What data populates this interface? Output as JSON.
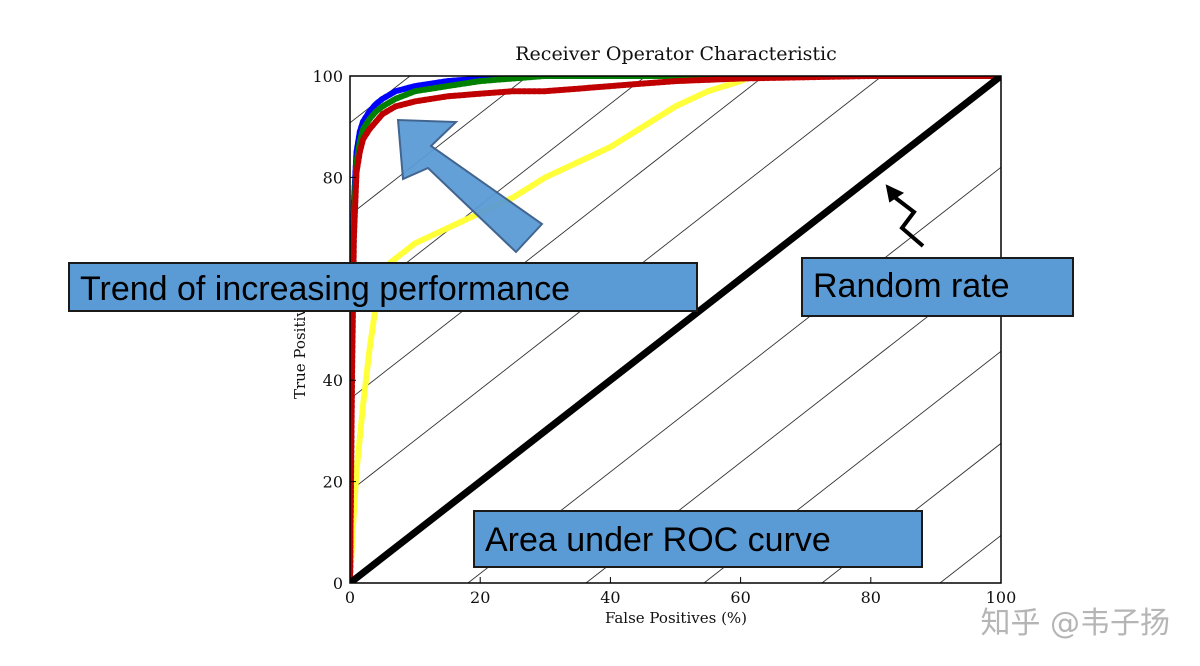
{
  "chart_data": {
    "type": "line",
    "title": "Receiver Operator Characteristic",
    "xlabel": "False Positives (%)",
    "ylabel": "True Positives (%)",
    "xlim": [
      0,
      100
    ],
    "ylim": [
      0,
      100
    ],
    "xticks": [
      "0",
      "20",
      "40",
      "60",
      "80",
      "100"
    ],
    "yticks": [
      "0",
      "20",
      "40",
      "60",
      "80",
      "100"
    ],
    "grid": false,
    "series": [
      {
        "color": "#ffff3a",
        "x": [
          0,
          0.5,
          1,
          2,
          3,
          4,
          5,
          6,
          8,
          10,
          15,
          20,
          25,
          30,
          35,
          40,
          45,
          50,
          55,
          60,
          62,
          70,
          80,
          90,
          100
        ],
        "y": [
          0,
          12,
          22,
          35,
          46,
          55,
          60,
          63,
          65,
          67,
          70,
          73,
          76,
          80,
          83,
          86,
          90,
          94,
          97,
          99,
          100,
          100,
          100,
          100,
          100
        ]
      },
      {
        "color": "#0000ff",
        "x": [
          0,
          0.3,
          0.6,
          1,
          1.5,
          2,
          3,
          4,
          5,
          7,
          10,
          15,
          20,
          25,
          30,
          40,
          60,
          100
        ],
        "y": [
          0,
          50,
          75,
          85,
          89,
          91,
          93,
          94.5,
          95.5,
          97,
          98,
          99,
          99.5,
          100,
          100,
          100,
          100,
          100
        ]
      },
      {
        "color": "#008000",
        "x": [
          0,
          0.3,
          0.6,
          1,
          1.5,
          2,
          3,
          4,
          5,
          7,
          10,
          15,
          20,
          25,
          30,
          40,
          60,
          100
        ],
        "y": [
          0,
          45,
          72,
          83,
          87,
          89.5,
          91.5,
          93,
          94,
          95.5,
          97,
          98,
          99,
          99.5,
          100,
          100,
          100,
          100
        ]
      },
      {
        "color": "#c00000",
        "x": [
          0,
          0.3,
          0.6,
          1,
          1.5,
          2,
          3,
          4,
          5,
          7,
          10,
          15,
          20,
          25,
          30,
          35,
          40,
          50,
          60,
          80,
          100
        ],
        "y": [
          0,
          40,
          68,
          81,
          85,
          87.5,
          89.5,
          91,
          92.5,
          94,
          95,
          96,
          96.5,
          97,
          97,
          97.5,
          98,
          99,
          99.5,
          100,
          100
        ]
      },
      {
        "color": "#000000",
        "x": [
          0,
          100
        ],
        "y": [
          0,
          100
        ]
      }
    ]
  },
  "callouts": {
    "trend": "Trend of increasing performance",
    "random": "Random rate",
    "auc": "Area under ROC curve"
  },
  "watermark": "知乎 @韦子扬"
}
